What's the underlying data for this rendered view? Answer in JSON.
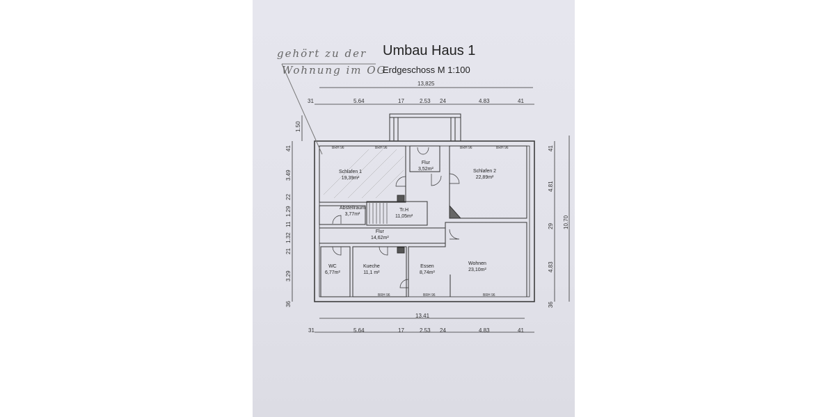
{
  "title": "Umbau Haus 1",
  "subtitle": "Erdgeschoss M 1:100",
  "handwritten_note": [
    "gehört zu der",
    "Wohnung im OG"
  ],
  "rooms": [
    {
      "name": "Schlafen 1",
      "area": "19,39m²"
    },
    {
      "name": "Flur",
      "area": "3,52m²"
    },
    {
      "name": "Schlafen 2",
      "area": "22,89m²"
    },
    {
      "name": "Abstellraum",
      "area": "3,77m²"
    },
    {
      "name": "Tr.H",
      "area": "11,05m²"
    },
    {
      "name": "Flur",
      "area": "14,62m²"
    },
    {
      "name": "WC",
      "area": "6,77m²"
    },
    {
      "name": "Kueche",
      "area": "11,1 m²"
    },
    {
      "name": "Essen",
      "area": "8,74m²"
    },
    {
      "name": "Wohnen",
      "area": "23,10m²"
    }
  ],
  "dimensions": {
    "top_total": "13,825",
    "top_chain": [
      "31",
      "5.64",
      "17",
      "2.53",
      "24",
      "4.83",
      "41"
    ],
    "bottom_total": "13.41",
    "bottom_chain": [
      "31",
      "5.64",
      "17",
      "2.53",
      "24",
      "4.83",
      "41"
    ],
    "left_chain": [
      "1.50",
      "41",
      "3.49",
      "22",
      "1.29",
      "11",
      "1.32",
      "21",
      "3.29",
      "36"
    ],
    "right_chain": [
      "41",
      "4.81",
      "29",
      "4.83",
      "36"
    ],
    "right_total": "10.70"
  },
  "window_label": "BRH 96"
}
